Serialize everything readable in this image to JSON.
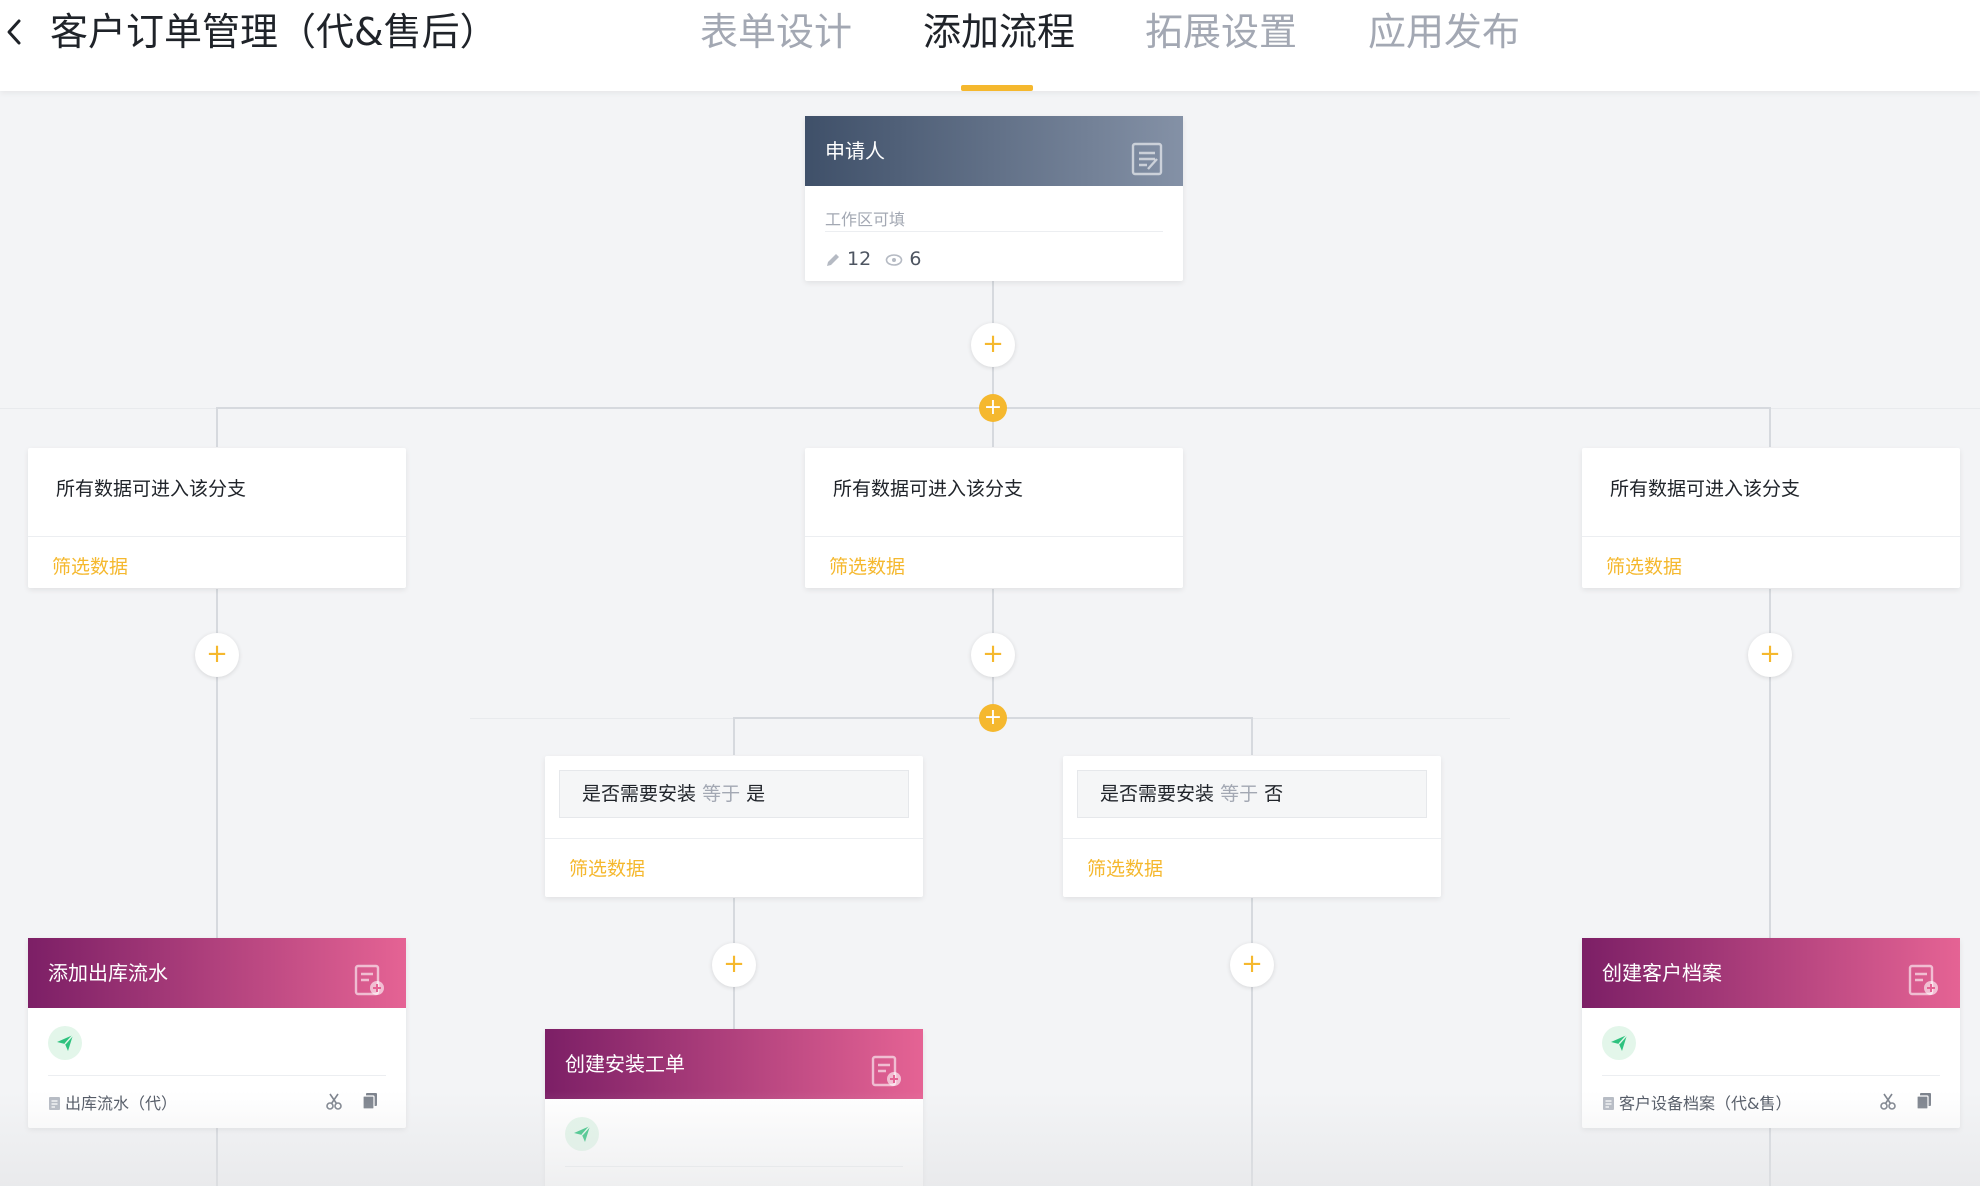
{
  "header": {
    "back_icon": "chevron-left-icon",
    "title": "客户订单管理（代&售后）",
    "tabs": [
      {
        "label": "表单设计",
        "active": false
      },
      {
        "label": "添加流程",
        "active": true
      },
      {
        "label": "拓展设置",
        "active": false
      },
      {
        "label": "应用发布",
        "active": false
      }
    ]
  },
  "colors": {
    "accent": "#f5b82e",
    "applicant_header": [
      "#3f5069",
      "#8491a6"
    ],
    "action_header": [
      "#7c1f66",
      "#e56394"
    ],
    "send_icon": "#2ec27e"
  },
  "flow": {
    "applicant": {
      "title": "申请人",
      "subtitle": "工作区可填",
      "edit_count": "12",
      "view_count": "6",
      "icon": "form-doc-icon"
    },
    "add_symbol": "+",
    "branches": [
      {
        "condition": "所有数据可进入该分支",
        "filter_label": "筛选数据"
      },
      {
        "condition": "所有数据可进入该分支",
        "filter_label": "筛选数据"
      },
      {
        "condition": "所有数据可进入该分支",
        "filter_label": "筛选数据"
      }
    ],
    "sub_branches": [
      {
        "field": "是否需要安装",
        "operator": "等于",
        "value": "是",
        "filter_label": "筛选数据"
      },
      {
        "field": "是否需要安装",
        "operator": "等于",
        "value": "否",
        "filter_label": "筛选数据"
      }
    ],
    "actions": [
      {
        "title": "添加出库流水",
        "target": "出库流水（代）",
        "icon": "add-record-icon"
      },
      {
        "title": "创建安装工单",
        "target": "",
        "icon": "add-record-icon"
      },
      {
        "title": "创建客户档案",
        "target": "客户设备档案（代&售）",
        "icon": "add-record-icon"
      }
    ]
  }
}
